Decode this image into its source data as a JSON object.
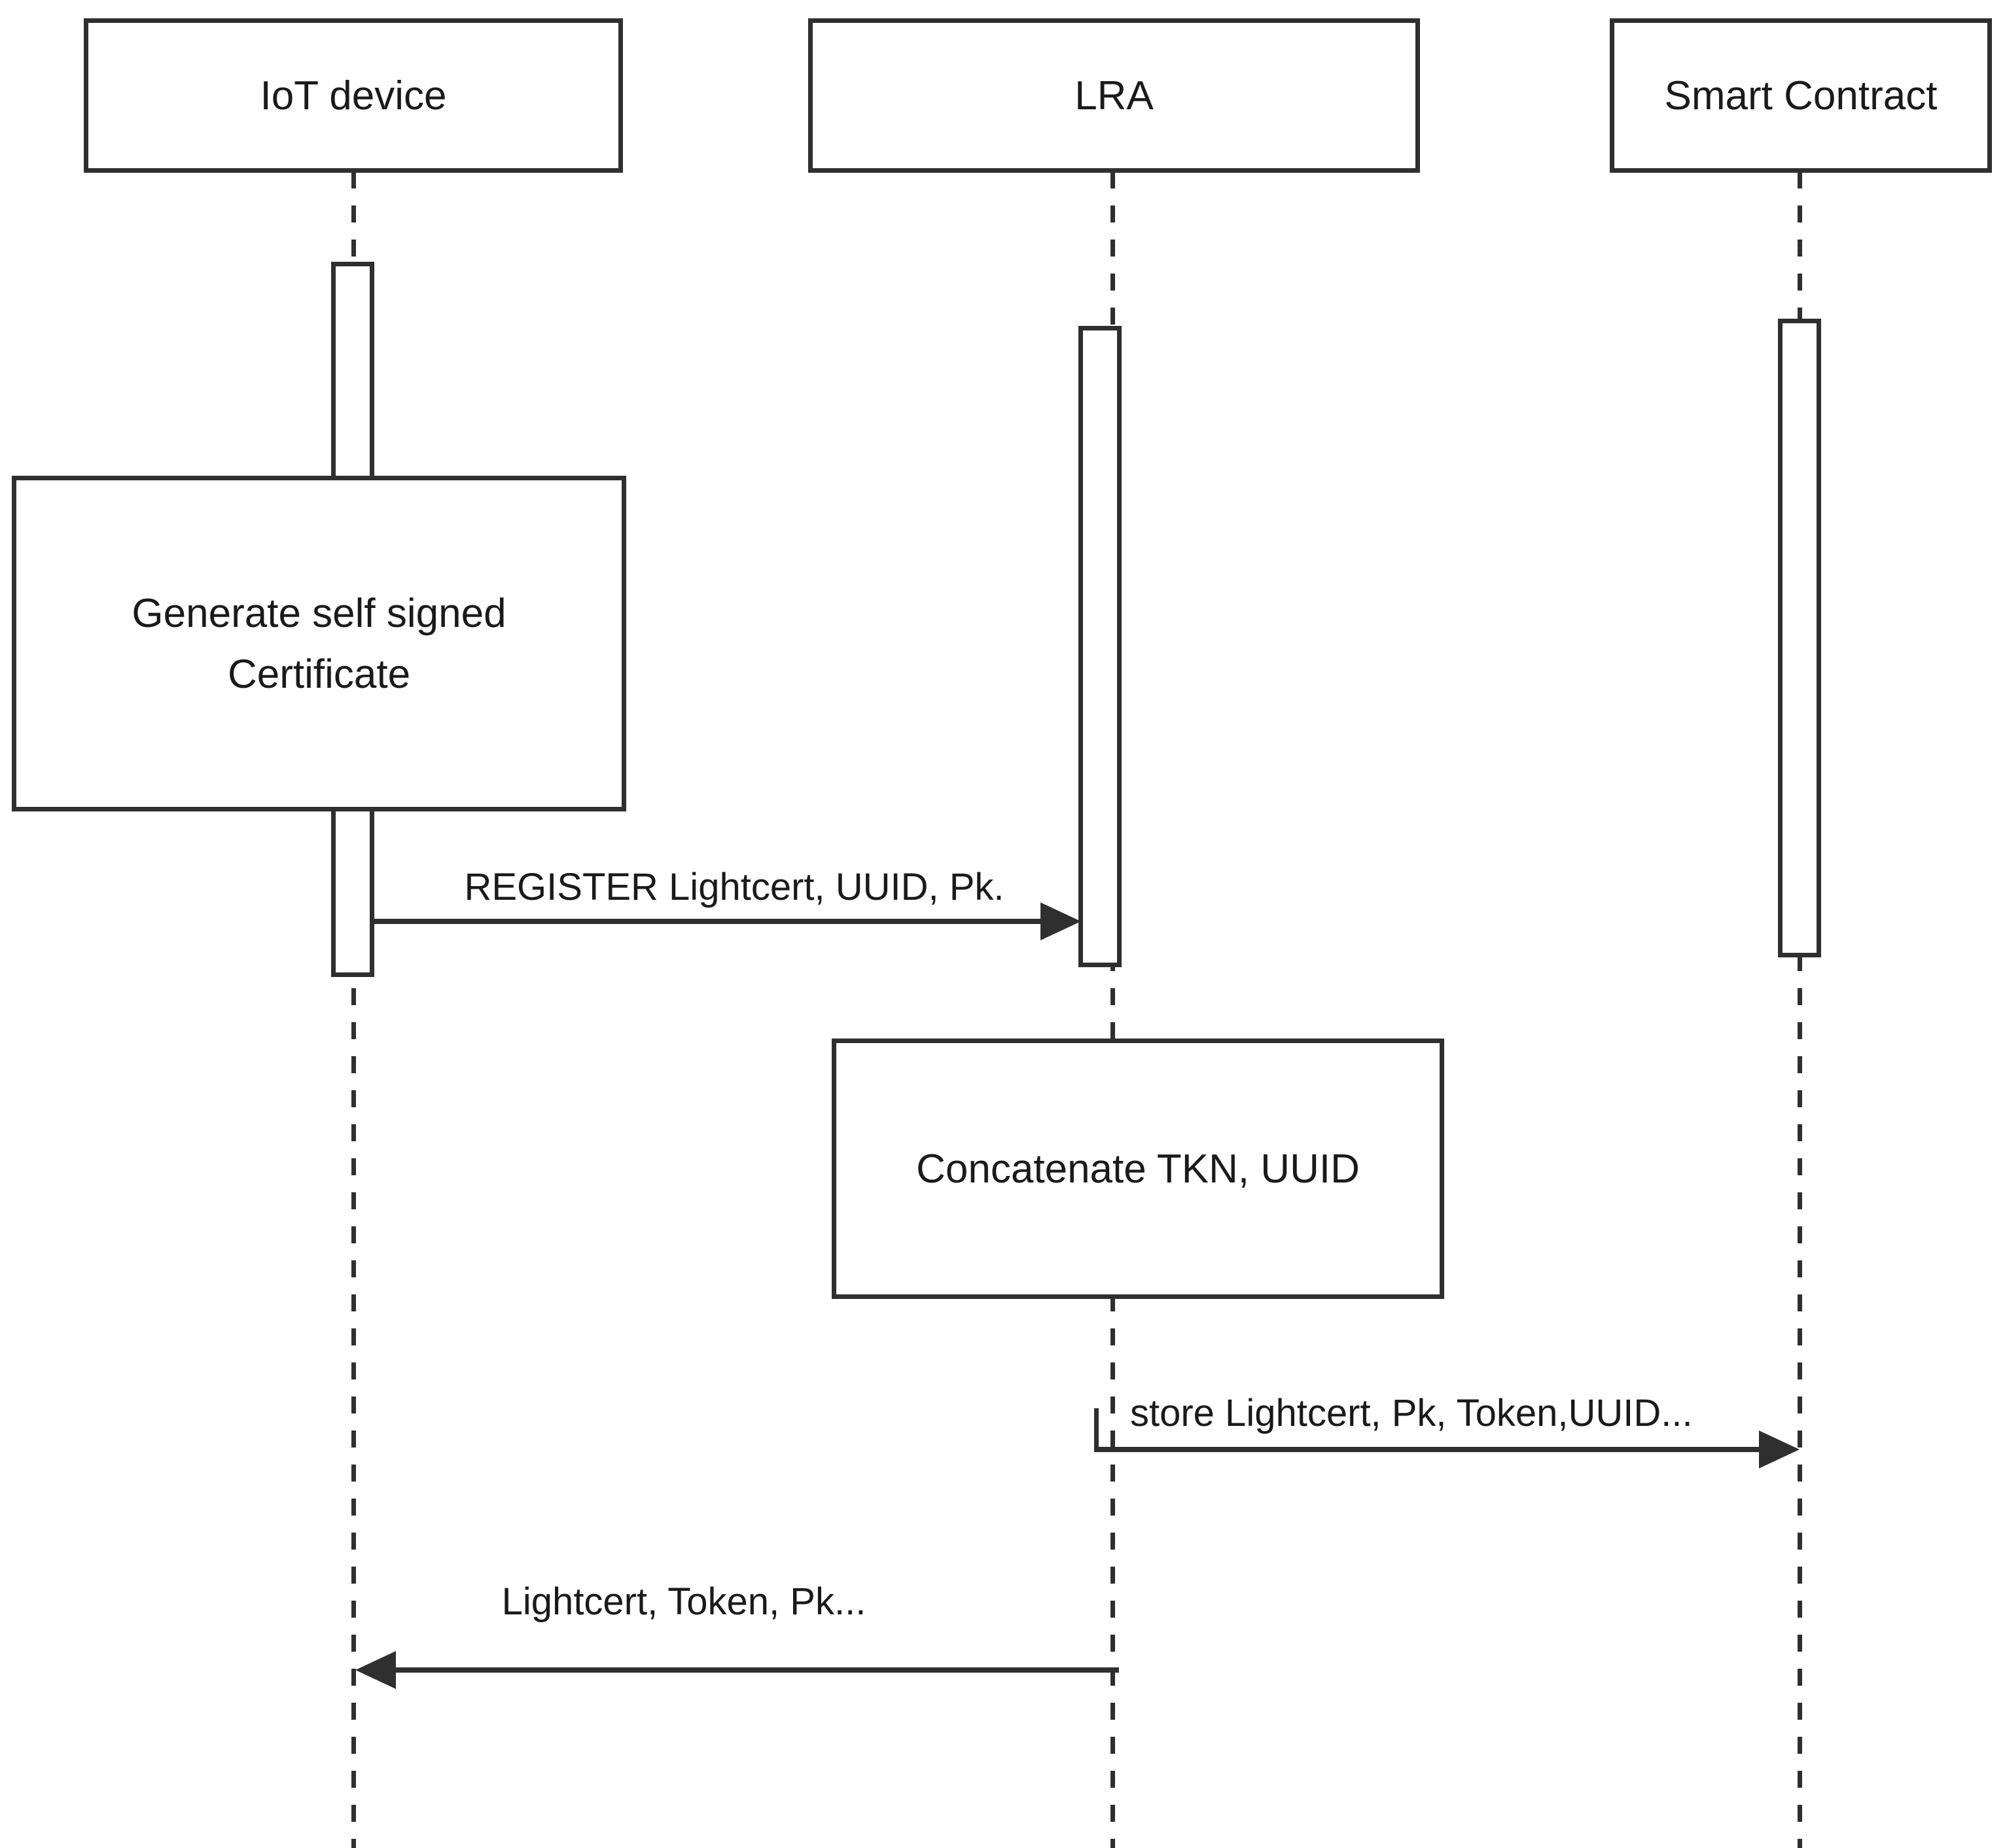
{
  "diagram": {
    "type": "sequence-diagram",
    "colors": {
      "line": "#2f2f2f",
      "text": "#1a1a1a",
      "background": "#ffffff"
    },
    "actors": [
      {
        "label": "IoT device"
      },
      {
        "label": "LRA"
      },
      {
        "label": "Smart Contract"
      }
    ],
    "actions": [
      {
        "actor": "IoT device",
        "lines": [
          "Generate self signed",
          "Certificate"
        ]
      },
      {
        "actor": "LRA",
        "lines": [
          "Concatenate TKN, UUID"
        ]
      }
    ],
    "messages": [
      {
        "from": "IoT device",
        "to": "LRA",
        "direction": "right",
        "label": "REGISTER Lightcert, UUID, Pk."
      },
      {
        "from": "LRA",
        "to": "Smart Contract",
        "direction": "right",
        "label": "store Lightcert, Pk, Token,UUID..."
      },
      {
        "from": "LRA",
        "to": "IoT device",
        "direction": "left",
        "label": "Lightcert, Token, Pk..."
      }
    ]
  }
}
